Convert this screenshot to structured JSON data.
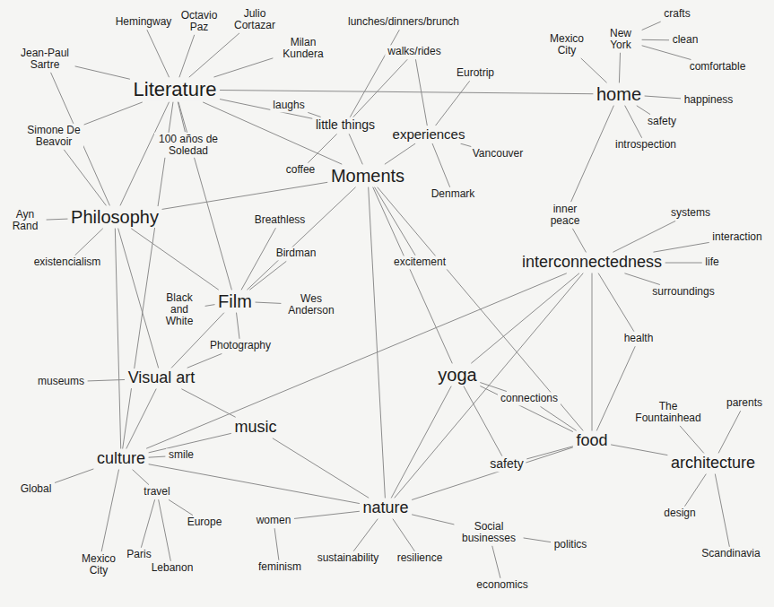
{
  "diagram": {
    "nodes": [
      {
        "text": [
          "Jean-Paul Sartre"
        ]
      },
      {
        "text": [
          "Hemingway"
        ]
      },
      {
        "text": [
          "Octavio Paz"
        ]
      },
      {
        "text": [
          "Julio Cortazar"
        ]
      },
      {
        "text": [
          "Literature"
        ]
      },
      {
        "text": [
          "Milan Kundera"
        ]
      },
      {
        "text": [
          "lunches/dinners/brunch"
        ]
      },
      {
        "text": [
          "walks/rides"
        ]
      },
      {
        "text": [
          "laughs"
        ]
      },
      {
        "text": [
          "little things"
        ]
      },
      {
        "text": [
          "Eurotrip"
        ]
      },
      {
        "text": [
          "experiences"
        ]
      },
      {
        "text": [
          "Vancouver"
        ]
      },
      {
        "text": [
          "Mexico City"
        ]
      },
      {
        "text": [
          "New York"
        ]
      },
      {
        "text": [
          "crafts"
        ]
      },
      {
        "text": [
          "clean"
        ]
      },
      {
        "text": [
          "comfortable"
        ]
      },
      {
        "text": [
          "home"
        ]
      },
      {
        "text": [
          "happiness"
        ]
      },
      {
        "text": [
          "safety"
        ]
      },
      {
        "text": [
          "introspection"
        ]
      },
      {
        "text": [
          "Simone De Beavoir"
        ]
      },
      {
        "text": [
          "100 años de Soledad"
        ]
      },
      {
        "text": [
          "coffee"
        ]
      },
      {
        "text": [
          "Moments"
        ]
      },
      {
        "text": [
          "Denmark"
        ]
      },
      {
        "text": [
          "inner peace"
        ]
      },
      {
        "text": [
          "systems"
        ]
      },
      {
        "text": [
          "interaction"
        ]
      },
      {
        "text": [
          "interconnectedness"
        ]
      },
      {
        "text": [
          "life"
        ]
      },
      {
        "text": [
          "surroundings"
        ]
      },
      {
        "text": [
          "Ayn Rand"
        ]
      },
      {
        "text": [
          "Philosophy"
        ]
      },
      {
        "text": [
          "existencialism"
        ]
      },
      {
        "text": [
          "Breathless"
        ]
      },
      {
        "text": [
          "Birdman"
        ]
      },
      {
        "text": [
          "excitement"
        ]
      },
      {
        "text": [
          "Black and White"
        ]
      },
      {
        "text": [
          "Film"
        ]
      },
      {
        "text": [
          "Wes Anderson"
        ]
      },
      {
        "text": [
          "Photography"
        ]
      },
      {
        "text": [
          "health"
        ]
      },
      {
        "text": [
          "Visual art"
        ]
      },
      {
        "text": [
          "museums"
        ]
      },
      {
        "text": [
          "yoga"
        ]
      },
      {
        "text": [
          "connections"
        ]
      },
      {
        "text": [
          "The Fountainhead"
        ]
      },
      {
        "text": [
          "parents"
        ]
      },
      {
        "text": [
          "music"
        ]
      },
      {
        "text": [
          "safety"
        ]
      },
      {
        "text": [
          "food"
        ]
      },
      {
        "text": [
          "architecture"
        ]
      },
      {
        "text": [
          "culture"
        ]
      },
      {
        "text": [
          "smile"
        ]
      },
      {
        "text": [
          "Global"
        ]
      },
      {
        "text": [
          "travel"
        ]
      },
      {
        "text": [
          "Europe"
        ]
      },
      {
        "text": [
          "women"
        ]
      },
      {
        "text": [
          "nature"
        ]
      },
      {
        "text": [
          "Social businesses"
        ]
      },
      {
        "text": [
          "politics"
        ]
      },
      {
        "text": [
          "design"
        ]
      },
      {
        "text": [
          "Mexico City"
        ]
      },
      {
        "text": [
          "Paris"
        ]
      },
      {
        "text": [
          "Lebanon"
        ]
      },
      {
        "text": [
          "feminism"
        ]
      },
      {
        "text": [
          "sustainability"
        ]
      },
      {
        "text": [
          "resilience"
        ]
      },
      {
        "text": [
          "economics"
        ]
      },
      {
        "text": [
          "Scandinavia"
        ]
      }
    ],
    "edges": [
      {
        "from": 4,
        "to": 0,
        "arrow": "none"
      },
      {
        "from": 4,
        "to": 1,
        "arrow": "none"
      },
      {
        "from": 4,
        "to": 2,
        "arrow": "none"
      },
      {
        "from": 4,
        "to": 3,
        "arrow": "none"
      },
      {
        "from": 4,
        "to": 5,
        "arrow": "none"
      },
      {
        "from": 4,
        "to": 22,
        "arrow": "none"
      },
      {
        "from": 4,
        "to": 23,
        "arrow": "none"
      },
      {
        "from": 4,
        "to": 34,
        "arrow": "none"
      },
      {
        "from": 4,
        "to": 9,
        "arrow": "none"
      },
      {
        "from": 4,
        "to": 25,
        "arrow": "none"
      },
      {
        "from": 4,
        "to": 40,
        "arrow": "none"
      },
      {
        "from": 4,
        "to": 54,
        "arrow": "none"
      },
      {
        "from": 4,
        "to": 18,
        "arrow": "none"
      },
      {
        "from": 34,
        "to": 33,
        "arrow": "none"
      },
      {
        "from": 34,
        "to": 35,
        "arrow": "none"
      },
      {
        "from": 34,
        "to": 22,
        "arrow": "none"
      },
      {
        "from": 34,
        "to": 0,
        "arrow": "none"
      },
      {
        "from": 34,
        "to": 40,
        "arrow": "none"
      },
      {
        "from": 34,
        "to": 44,
        "arrow": "none"
      },
      {
        "from": 34,
        "to": 54,
        "arrow": "none"
      },
      {
        "from": 34,
        "to": 25,
        "arrow": "none"
      },
      {
        "from": 9,
        "to": 6,
        "arrow": "none"
      },
      {
        "from": 9,
        "to": 7,
        "arrow": "none"
      },
      {
        "from": 9,
        "to": 8,
        "arrow": "none"
      },
      {
        "from": 9,
        "to": 24,
        "arrow": "none"
      },
      {
        "from": 9,
        "to": 25,
        "arrow": "none"
      },
      {
        "from": 11,
        "to": 10,
        "arrow": "none"
      },
      {
        "from": 11,
        "to": 12,
        "arrow": "none"
      },
      {
        "from": 11,
        "to": 26,
        "arrow": "none"
      },
      {
        "from": 11,
        "to": 25,
        "arrow": "none"
      },
      {
        "from": 11,
        "to": 7,
        "arrow": "none"
      },
      {
        "from": 18,
        "to": 13,
        "arrow": "none"
      },
      {
        "from": 18,
        "to": 14,
        "arrow": "none"
      },
      {
        "from": 18,
        "to": 19,
        "arrow": "none"
      },
      {
        "from": 18,
        "to": 20,
        "arrow": "none"
      },
      {
        "from": 18,
        "to": 21,
        "arrow": "none"
      },
      {
        "from": 18,
        "to": 27,
        "arrow": "none"
      },
      {
        "from": 14,
        "to": 15,
        "arrow": "none"
      },
      {
        "from": 14,
        "to": 16,
        "arrow": "none"
      },
      {
        "from": 14,
        "to": 17,
        "arrow": "none"
      },
      {
        "from": 30,
        "to": 28,
        "arrow": "none"
      },
      {
        "from": 30,
        "to": 29,
        "arrow": "none"
      },
      {
        "from": 30,
        "to": 31,
        "arrow": "none"
      },
      {
        "from": 30,
        "to": 32,
        "arrow": "none"
      },
      {
        "from": 30,
        "to": 27,
        "arrow": "none"
      },
      {
        "from": 30,
        "to": 43,
        "arrow": "none"
      },
      {
        "from": 30,
        "to": 46,
        "arrow": "none"
      },
      {
        "from": 30,
        "to": 60,
        "arrow": "none"
      },
      {
        "from": 30,
        "to": 52,
        "arrow": "none"
      },
      {
        "from": 30,
        "to": 54,
        "arrow": "none"
      },
      {
        "from": 25,
        "to": 38,
        "arrow": "none"
      },
      {
        "from": 25,
        "to": 46,
        "arrow": "none"
      },
      {
        "from": 25,
        "to": 60,
        "arrow": "none"
      },
      {
        "from": 25,
        "to": 52,
        "arrow": "none"
      },
      {
        "from": 25,
        "to": 40,
        "arrow": "none"
      },
      {
        "from": 40,
        "to": 36,
        "arrow": "none"
      },
      {
        "from": 40,
        "to": 37,
        "arrow": "none"
      },
      {
        "from": 40,
        "to": 41,
        "arrow": "none"
      },
      {
        "from": 40,
        "to": 39,
        "arrow": "none"
      },
      {
        "from": 40,
        "to": 42,
        "arrow": "none"
      },
      {
        "from": 40,
        "to": 44,
        "arrow": "none"
      },
      {
        "from": 44,
        "to": 45,
        "arrow": "none"
      },
      {
        "from": 44,
        "to": 42,
        "arrow": "none"
      },
      {
        "from": 44,
        "to": 54,
        "arrow": "none"
      },
      {
        "from": 44,
        "to": 50,
        "arrow": "none"
      },
      {
        "from": 54,
        "to": 56,
        "arrow": "none"
      },
      {
        "from": 54,
        "to": 55,
        "arrow": "none"
      },
      {
        "from": 54,
        "to": 57,
        "arrow": "none"
      },
      {
        "from": 54,
        "to": 64,
        "arrow": "none"
      },
      {
        "from": 54,
        "to": 50,
        "arrow": "none"
      },
      {
        "from": 54,
        "to": 60,
        "arrow": "none"
      },
      {
        "from": 57,
        "to": 58,
        "arrow": "none"
      },
      {
        "from": 57,
        "to": 65,
        "arrow": "none"
      },
      {
        "from": 57,
        "to": 66,
        "arrow": "none"
      },
      {
        "from": 60,
        "to": 59,
        "arrow": "none"
      },
      {
        "from": 60,
        "to": 68,
        "arrow": "none"
      },
      {
        "from": 60,
        "to": 69,
        "arrow": "none"
      },
      {
        "from": 60,
        "to": 61,
        "arrow": "none"
      },
      {
        "from": 60,
        "to": 46,
        "arrow": "none"
      },
      {
        "from": 60,
        "to": 52,
        "arrow": "none"
      },
      {
        "from": 60,
        "to": 50,
        "arrow": "none"
      },
      {
        "from": 59,
        "to": 67,
        "arrow": "none"
      },
      {
        "from": 61,
        "to": 62,
        "arrow": "none"
      },
      {
        "from": 61,
        "to": 70,
        "arrow": "none"
      },
      {
        "from": 46,
        "to": 47,
        "arrow": "none"
      },
      {
        "from": 46,
        "to": 51,
        "arrow": "none"
      },
      {
        "from": 46,
        "to": 52,
        "arrow": "none"
      },
      {
        "from": 52,
        "to": 43,
        "arrow": "none"
      },
      {
        "from": 52,
        "to": 47,
        "arrow": "none"
      },
      {
        "from": 52,
        "to": 53,
        "arrow": "none"
      },
      {
        "from": 52,
        "to": 51,
        "arrow": "none"
      },
      {
        "from": 53,
        "to": 63,
        "arrow": "none"
      },
      {
        "from": 53,
        "to": 71,
        "arrow": "none"
      },
      {
        "from": 53,
        "to": 48,
        "arrow": "none"
      },
      {
        "from": 53,
        "to": 49,
        "arrow": "none"
      }
    ]
  }
}
